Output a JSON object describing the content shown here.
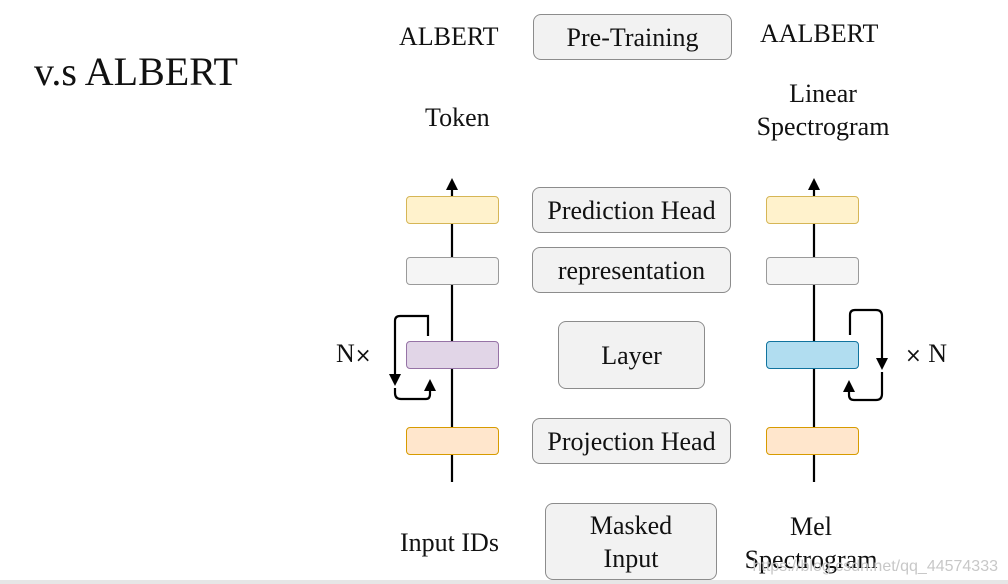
{
  "title": "v.s ALBERT",
  "left_header": "ALBERT",
  "right_header": "AALBERT",
  "center": {
    "pretraining": "Pre-Training",
    "prediction_head": "Prediction Head",
    "representation": "representation",
    "layer": "Layer",
    "projection_head": "Projection Head",
    "masked_input": "Masked\nInput"
  },
  "left_top_label": "Token",
  "right_top_label": "Linear\nSpectrogram",
  "left_bottom_label": "Input IDs",
  "right_bottom_label": "Mel\nSpectrogram",
  "left_repeat": {
    "n": "N",
    "x": "×"
  },
  "right_repeat": {
    "x": "×",
    "n": "N"
  },
  "watermark": "https://blog.csdn.net/qq_44574333",
  "colors": {
    "yellow": "#fff2cc",
    "gray": "#f5f5f5",
    "purple": "#e1d5e7",
    "blue": "#b1ddf0",
    "orange": "#ffe6cc"
  }
}
